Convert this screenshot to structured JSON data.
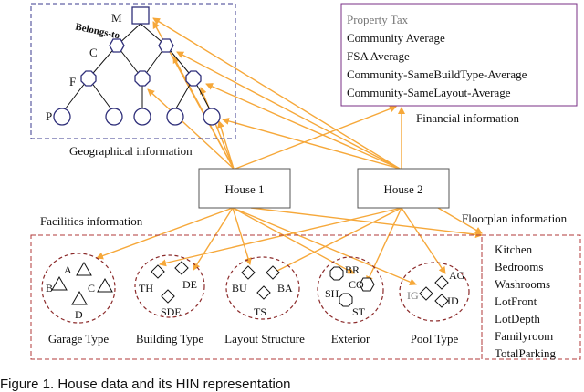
{
  "colors": {
    "arrow": "#f6a83a",
    "geo_border": "#3b3b8f",
    "fin_border": "#7a2f86",
    "bottom_border": "#b03a3a",
    "node": "#2f2f7a",
    "text": "#111111",
    "muted": "#777777"
  },
  "geo": {
    "belongs_to": "Belongs-to",
    "levels": [
      "M",
      "C",
      "F",
      "P"
    ],
    "caption": "Geographical information"
  },
  "financial": {
    "items": [
      "Property Tax",
      "Community Average",
      "FSA Average",
      "Community-SameBuildType-Average",
      "Community-SameLayout-Average"
    ],
    "caption": "Financial information"
  },
  "houses": [
    "House 1",
    "House 2"
  ],
  "facilities": {
    "caption": "Facilities information",
    "groups": [
      {
        "name": "Garage Type",
        "symbols": [
          "A",
          "B",
          "C",
          "D"
        ]
      },
      {
        "name": "Building Type",
        "symbols": [
          "TH",
          "DE",
          "SDE"
        ]
      },
      {
        "name": "Layout Structure",
        "symbols": [
          "BU",
          "BA",
          "TS"
        ]
      },
      {
        "name": "Exterior",
        "symbols": [
          "BR",
          "CO",
          "SH",
          "ST"
        ]
      },
      {
        "name": "Pool Type",
        "symbols": [
          "AG",
          "IG",
          "ID"
        ]
      }
    ]
  },
  "floorplan": {
    "caption": "Floorplan information",
    "items": [
      "Kitchen",
      "Bedrooms",
      "Washrooms",
      "LotFront",
      "LotDepth",
      "Familyroom",
      "TotalParking"
    ]
  },
  "figure_caption": "Figure 1. House data and its HIN representation"
}
